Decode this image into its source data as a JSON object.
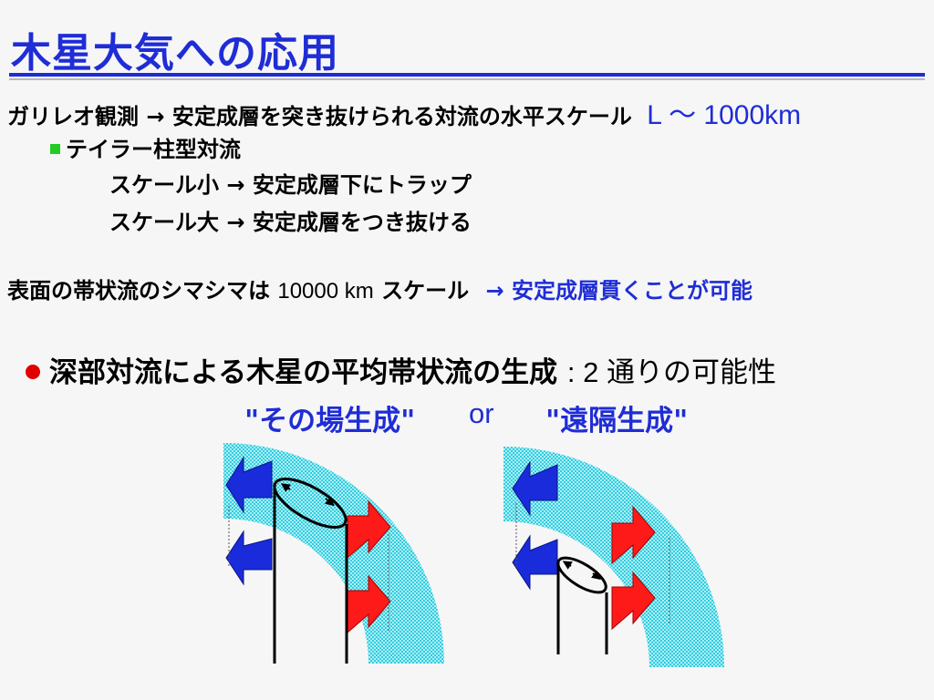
{
  "title": "木星大気への応用",
  "line1": {
    "text": "ガリレオ観測 → 安定成層を突き抜けられる対流の水平スケール",
    "value": "L 〜 1000km"
  },
  "line2": {
    "text": "テイラー柱型対流"
  },
  "line3": {
    "text": "スケール小 → 安定成層下にトラップ"
  },
  "line4": {
    "text": "スケール大 → 安定成層をつき抜ける"
  },
  "line5": {
    "part1": "表面の帯状流のシマシマは",
    "part2": "10000 km",
    "part3": "スケール",
    "part4": "→ 安定成層貫くことが可能"
  },
  "line6": {
    "text": "深部対流による木星の平均帯状流の生成",
    "suffix": ": 2 通りの可能性"
  },
  "options": {
    "left": "\"その場生成\"",
    "or": "or",
    "right": "\"遠隔生成\""
  },
  "colors": {
    "title": "#1f2dd6",
    "layer": "#33ccdd",
    "westward_arrow": "#1a2bdc",
    "eastward_arrow": "#ff1a1a",
    "bullet_square": "#22cc22",
    "bullet_dot": "#e00000"
  }
}
